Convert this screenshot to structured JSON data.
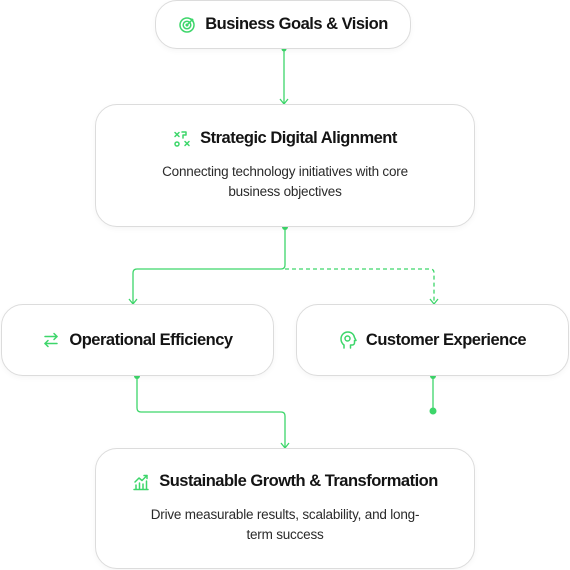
{
  "colors": {
    "accent": "#3dd66a",
    "border": "#dcdcdc"
  },
  "nodes": {
    "goals": {
      "title": "Business Goals & Vision",
      "icon": "target-icon"
    },
    "alignment": {
      "title": "Strategic Digital Alignment",
      "icon": "alignment-icon",
      "desc_line1": "Connecting technology initiatives with core",
      "desc_line2": "business objectives"
    },
    "efficiency": {
      "title": "Operational Efficiency",
      "icon": "exchange-icon"
    },
    "customer": {
      "title": "Customer Experience",
      "icon": "head-icon"
    },
    "growth": {
      "title": "Sustainable Growth & Transformation",
      "icon": "growth-chart-icon",
      "desc_line1": "Drive measurable results, scalability, and long-",
      "desc_line2": "term success"
    }
  }
}
